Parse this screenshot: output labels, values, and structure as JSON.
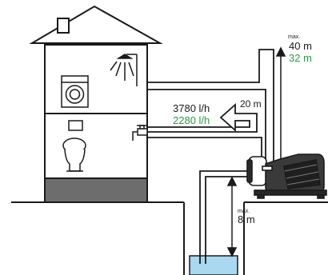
{
  "labels": {
    "head_max_small": "max.",
    "head_max_black": "40 m",
    "head_max_green": "32 m",
    "horizontal_distance": "20 m",
    "flow_black": "3780 l/h",
    "flow_green": "2280 l/h",
    "suction_max_small": "max.",
    "suction_depth": "8 m"
  },
  "colors": {
    "line": "#1a1a1a",
    "green": "#2e9a47",
    "foundation": "#6d6d6d",
    "water": "#a9d8ef"
  },
  "icons": [
    "house",
    "shower-icon",
    "washing-machine-icon",
    "water-tap-icon",
    "toilet-icon",
    "garden-pump-icon"
  ]
}
